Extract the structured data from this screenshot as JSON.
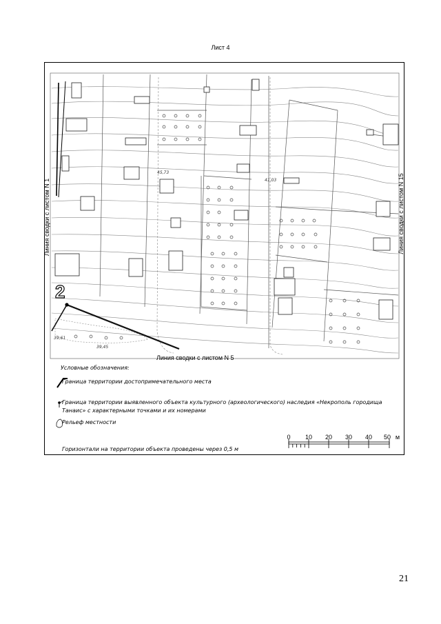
{
  "header": {
    "title": "Лист 4"
  },
  "map": {
    "edge_left": "Линия сводки с листом N 1",
    "edge_right": "Линия сводки с листом N 15",
    "edge_bottom": "Линия сводки с листом N 5",
    "point_number": "2",
    "elevations": [
      "45,73",
      "41,03",
      "39,61",
      "39,45"
    ]
  },
  "legend": {
    "title": "Условные обозначения:",
    "items": [
      "Граница территории достопримечательного места",
      "Граница территории выявленного объекта культурного (археологического) наследия «Некрополь городища Танаис» с характерными точками и их номерами",
      "Рельеф местности"
    ],
    "contour_note": "Горизонтали на территории объекта проведены через 0,5 м"
  },
  "scale": {
    "ticks": [
      "0",
      "10",
      "20",
      "30",
      "40",
      "50"
    ],
    "unit": "м"
  },
  "footer": {
    "page_number": "21"
  }
}
